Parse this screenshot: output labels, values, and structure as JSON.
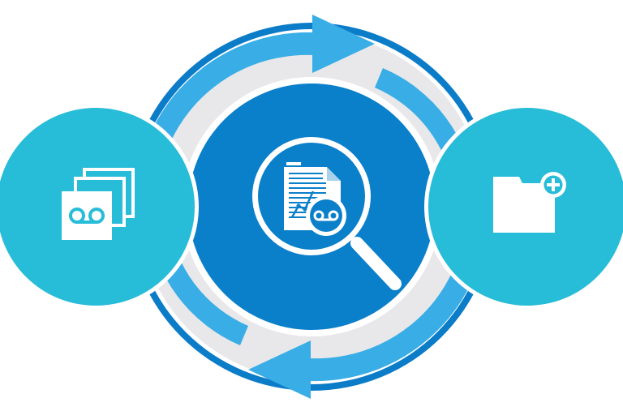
{
  "diagram": {
    "type": "cycle",
    "nodes": [
      {
        "id": "voicemail-messages",
        "icon": "voicemail-stack-icon"
      },
      {
        "id": "search-analysis",
        "icon": "magnifier-document-voicemail-icon"
      },
      {
        "id": "add-to-folder",
        "icon": "folder-add-icon"
      }
    ],
    "flow": "clockwise",
    "arrows": 2
  },
  "colors": {
    "outer_ring": "#0b7cc8",
    "ring_track": "#e8e8ea",
    "arrow": "#39ade6",
    "center_circle": "#0a7fca",
    "side_circle": "#27bcd7",
    "icon_fill": "#ffffff",
    "accent": "#27bcd7"
  }
}
